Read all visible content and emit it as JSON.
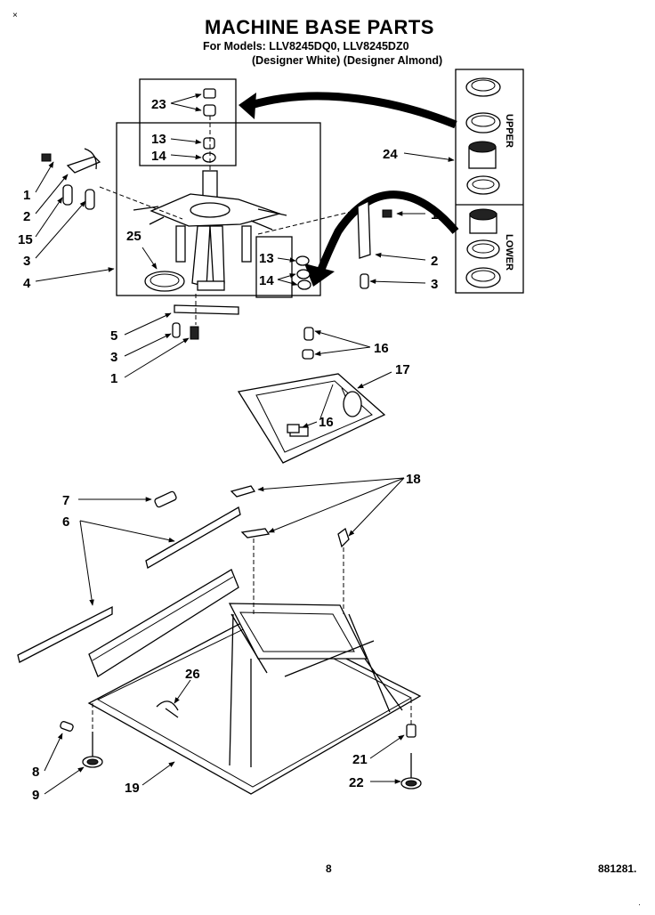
{
  "title": "MACHINE BASE PARTS",
  "models_line": "For Models: LLV8245DQ0, LLV8245DZ0",
  "variants_line": "(Designer White)  (Designer Almond)",
  "corner_mark": "×",
  "page_number": "8",
  "document_code": "881281.",
  "corner_dot": "·",
  "kit_labels": {
    "upper": "UPPER",
    "lower": "LOWER"
  },
  "callouts": {
    "c23": "23",
    "c13a": "13",
    "c14a": "14",
    "c1a": "1",
    "c2a": "2",
    "c15": "15",
    "c3a": "3",
    "c4": "4",
    "c25": "25",
    "c24": "24",
    "c1b": "1",
    "c2b": "2",
    "c3b": "3",
    "c13b": "13",
    "c14b": "14",
    "c5": "5",
    "c3c": "3",
    "c1c": "1",
    "c16a": "16",
    "c17": "17",
    "c16b": "16",
    "c7": "7",
    "c6": "6",
    "c18": "18",
    "c26": "26",
    "c8": "8",
    "c9": "9",
    "c19": "19",
    "c21": "21",
    "c22": "22"
  }
}
